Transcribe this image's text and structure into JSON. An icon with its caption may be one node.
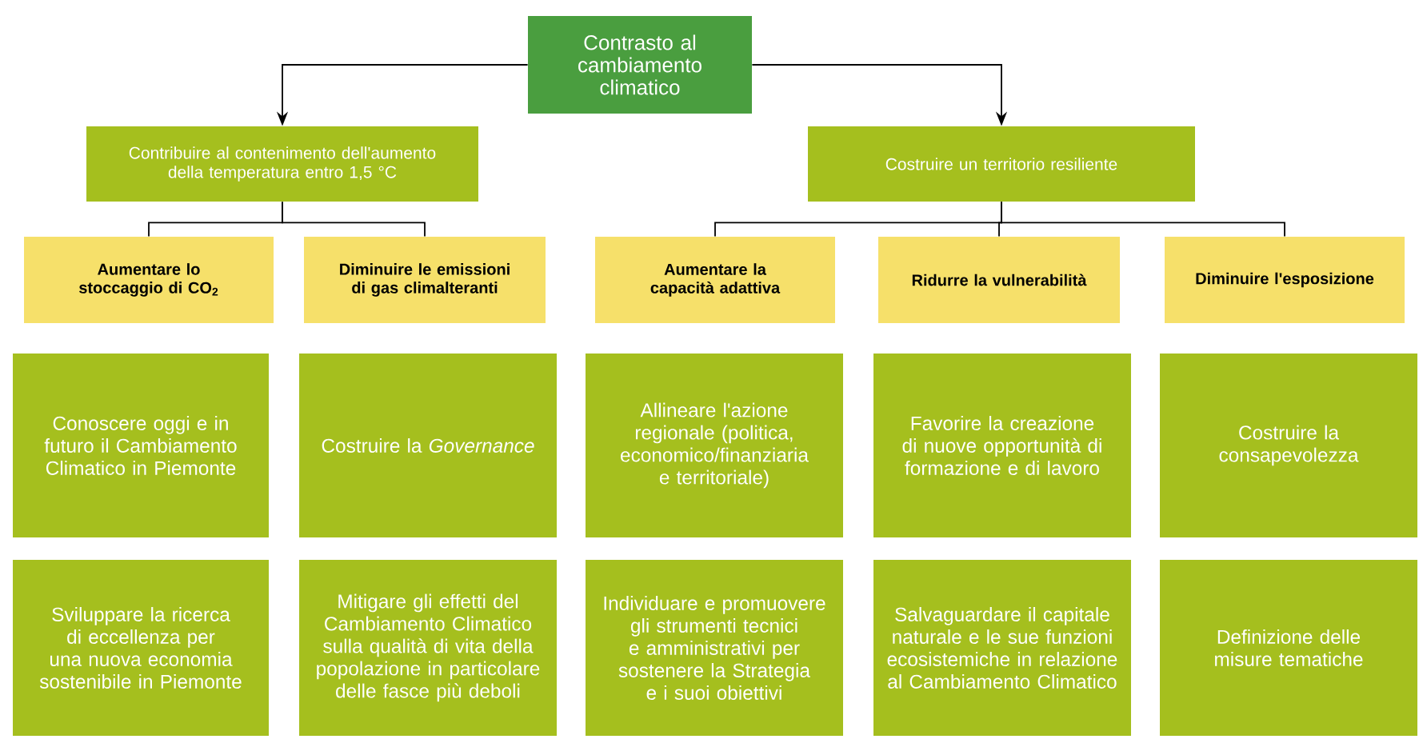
{
  "diagram": {
    "nodes": [
      {
        "text": [
          "Contrasto al cambiamento climatico"
        ]
      },
      {
        "text": [
          "Contribuire al contenimento dell'aumento della temperatura entro 1,5 °C"
        ]
      },
      {
        "text": [
          "Costruire un territorio resiliente"
        ]
      },
      {
        "text": [
          "Aumentare lo stoccaggio di CO$_{2}$"
        ]
      },
      {
        "text": [
          "Diminuire le emissioni di gas climalteranti"
        ]
      },
      {
        "text": [
          "Aumentare la capacità adattiva"
        ]
      },
      {
        "text": [
          "Ridurre la vulnerabilità"
        ]
      },
      {
        "text": [
          "Diminuire l'esposizione"
        ]
      },
      {
        "text": [
          "Conoscere oggi e in futuro il Cambiamento Climatico in Piemonte"
        ]
      },
      {
        "text": [
          "Costruire la *Governance*"
        ]
      },
      {
        "text": [
          "Allineare l'azione regionale (politica, economico/finanziaria e territoriale)"
        ]
      },
      {
        "text": [
          "Favorire la creazione di nuove opportunità di formazione e di lavoro"
        ]
      },
      {
        "text": [
          "Costruire la consapevolezza"
        ]
      },
      {
        "text": [
          "Sviluppare la ricerca di eccellenza per una nuova economia sostenibile in Piemonte"
        ]
      },
      {
        "text": [
          "Mitigare gli effetti del Cambiamento Climatico sulla qualità di vita della popolazione in particolare delle fasce più deboli"
        ]
      },
      {
        "text": [
          "Individuare e promuovere gli strumenti tecnici e amministrativi per sostenere la Strategia e i suoi obiettivi"
        ]
      },
      {
        "text": [
          "Salvaguardare il capitale naturale e le sue funzioni ecosistemiche in relazione al Cambiamento Climatico"
        ]
      },
      {
        "text": [
          "Definizione delle misure tematiche"
        ]
      }
    ],
    "edges": [
      {
        "from": 0,
        "to": 1,
        "arrow": "to"
      },
      {
        "from": 0,
        "to": 2,
        "arrow": "to"
      },
      {
        "from": 1,
        "to": 3,
        "arrow": "none"
      },
      {
        "from": 1,
        "to": 4,
        "arrow": "none"
      },
      {
        "from": 2,
        "to": 5,
        "arrow": "none"
      },
      {
        "from": 2,
        "to": 6,
        "arrow": "none"
      },
      {
        "from": 2,
        "to": 7,
        "arrow": "none"
      }
    ]
  }
}
